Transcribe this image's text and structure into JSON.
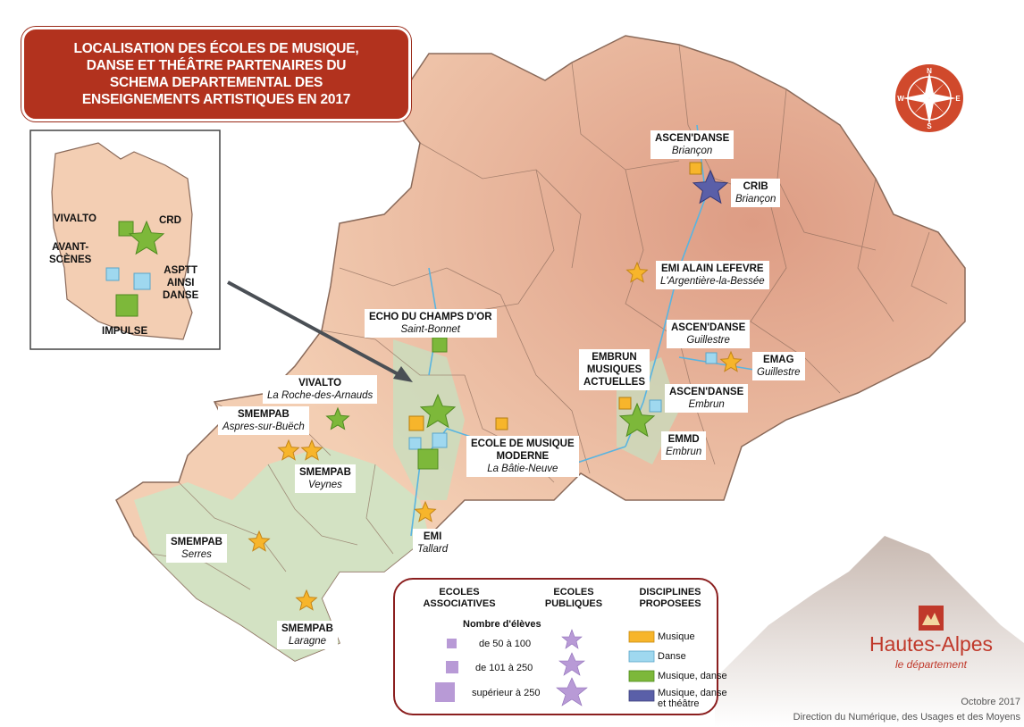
{
  "title": {
    "line1": "LOCALISATION DES ÉCOLES DE MUSIQUE,",
    "line2": "DANSE ET THÉÂTRE PARTENAIRES DU",
    "line3": "SCHEMA DEPARTEMENTAL DES",
    "line4": "ENSEIGNEMENTS ARTISTIQUES EN 2017"
  },
  "compass": {
    "n": "N",
    "s": "S",
    "e": "E",
    "w": "W"
  },
  "schools": [
    {
      "name": "ASCEN'DANSE",
      "city": "Briançon"
    },
    {
      "name": "CRIB",
      "city": "Briançon"
    },
    {
      "name": "EMI ALAIN LEFEVRE",
      "city": "L'Argentière-la-Bessée"
    },
    {
      "name": "ECHO DU CHAMPS D'OR",
      "city": "Saint-Bonnet"
    },
    {
      "name": "ASCEN'DANSE",
      "city": "Guillestre"
    },
    {
      "name": "EMAG",
      "city": "Guillestre"
    },
    {
      "name": "EMBRUN",
      "city": ""
    },
    {
      "name": "ASCEN'DANSE",
      "city": "Embrun"
    },
    {
      "name": "VIVALTO",
      "city": "La Roche-des-Arnauds"
    },
    {
      "name": "SMEMPAB",
      "city": "Aspres-sur-Buëch"
    },
    {
      "name": "SMEMPAB",
      "city": "Veynes"
    },
    {
      "name": "ECOLE DE MUSIQUE",
      "city": ""
    },
    {
      "name": "EMMD",
      "city": "Embrun"
    },
    {
      "name": "EMI",
      "city": "Tallard"
    },
    {
      "name": "SMEMPAB",
      "city": "Serres"
    },
    {
      "name": "SMEMPAB",
      "city": "Laragne"
    }
  ],
  "school_extra": {
    "embrun_l2": "MUSIQUES",
    "embrun_l3": "ACTUELLES",
    "ecole_l2": "MODERNE",
    "ecole_city": "La Bâtie-Neuve"
  },
  "inset": {
    "vivalto": "VIVALTO",
    "crd": "CRD",
    "avant1": "AVANT-",
    "avant2": "SCÈNES",
    "asptt1": "ASPTT",
    "asptt2": "AINSI",
    "asptt3": "DANSE",
    "impulse": "IMPULSE"
  },
  "legend": {
    "col1_l1": "ECOLES",
    "col1_l2": "ASSOCIATIVES",
    "col2_l1": "ECOLES",
    "col2_l2": "PUBLIQUES",
    "col3_l1": "DISCIPLINES",
    "col3_l2": "PROPOSEES",
    "count_title": "Nombre d'élèves",
    "size1": "de 50 à 100",
    "size2": "de 101 à 250",
    "size3": "supérieur à 250",
    "disciplines": [
      {
        "label": "Musique",
        "color": "#f7b52b"
      },
      {
        "label": "Danse",
        "color": "#9fd8ef"
      },
      {
        "label": "Musique, danse",
        "color": "#7db83a"
      },
      {
        "label": "Musique, danse",
        "label2": "et théâtre",
        "color": "#5a5fa8"
      }
    ]
  },
  "logo": {
    "name": "Hautes-Alpes",
    "tagline": "le département"
  },
  "footer": {
    "date": "Octobre 2017",
    "credit": "Direction du Numérique, des Usages et des Moyens"
  },
  "colors": {
    "title_bg": "#b2321e",
    "terrain": "#f3ceb3",
    "mountain": "#e0a38a",
    "valley": "#c9e2c2",
    "musique": "#f7b52b",
    "danse": "#9fd8ef",
    "musique_danse": "#7db83a",
    "musique_danse_theatre": "#5a5fa8",
    "legend_symbol": "#b89ad6"
  }
}
